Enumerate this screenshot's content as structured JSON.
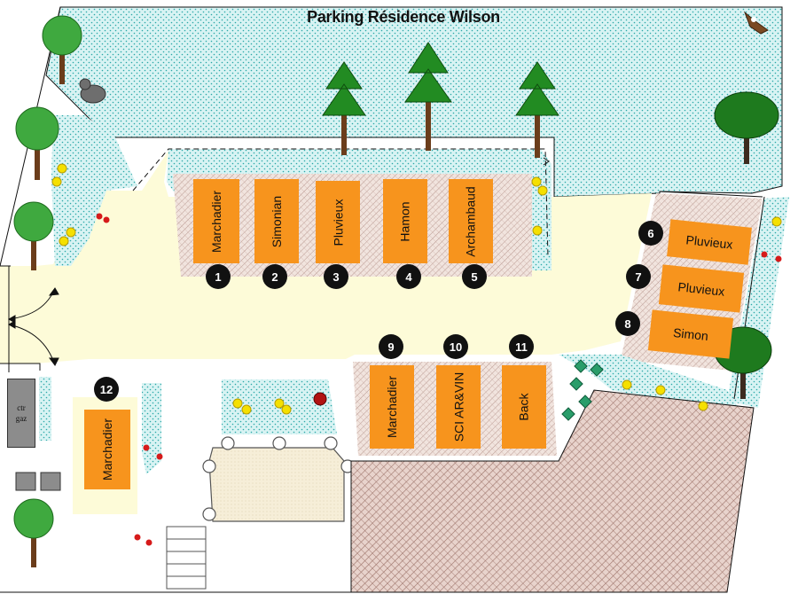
{
  "title": "Parking Résidence Wilson",
  "gas_label_line1": "ctr",
  "gas_label_line2": "gaz",
  "parking_spots": [
    {
      "number": "1",
      "name": "Marchadier"
    },
    {
      "number": "2",
      "name": "Simonian"
    },
    {
      "number": "3",
      "name": "Pluvieux"
    },
    {
      "number": "4",
      "name": "Hamon"
    },
    {
      "number": "5",
      "name": "Archambaud"
    },
    {
      "number": "6",
      "name": "Pluvieux"
    },
    {
      "number": "7",
      "name": "Pluvieux"
    },
    {
      "number": "8",
      "name": "Simon"
    },
    {
      "number": "9",
      "name": "Marchadier"
    },
    {
      "number": "10",
      "name": "SCI AR&VIN"
    },
    {
      "number": "11",
      "name": "Back"
    },
    {
      "number": "12",
      "name": "Marchadier"
    }
  ],
  "colors": {
    "spot": "#f7941d",
    "driveway": "#fdfbd8",
    "lawn": "#cfeeee",
    "paving": "#efe1dc",
    "badge": "#111111"
  }
}
